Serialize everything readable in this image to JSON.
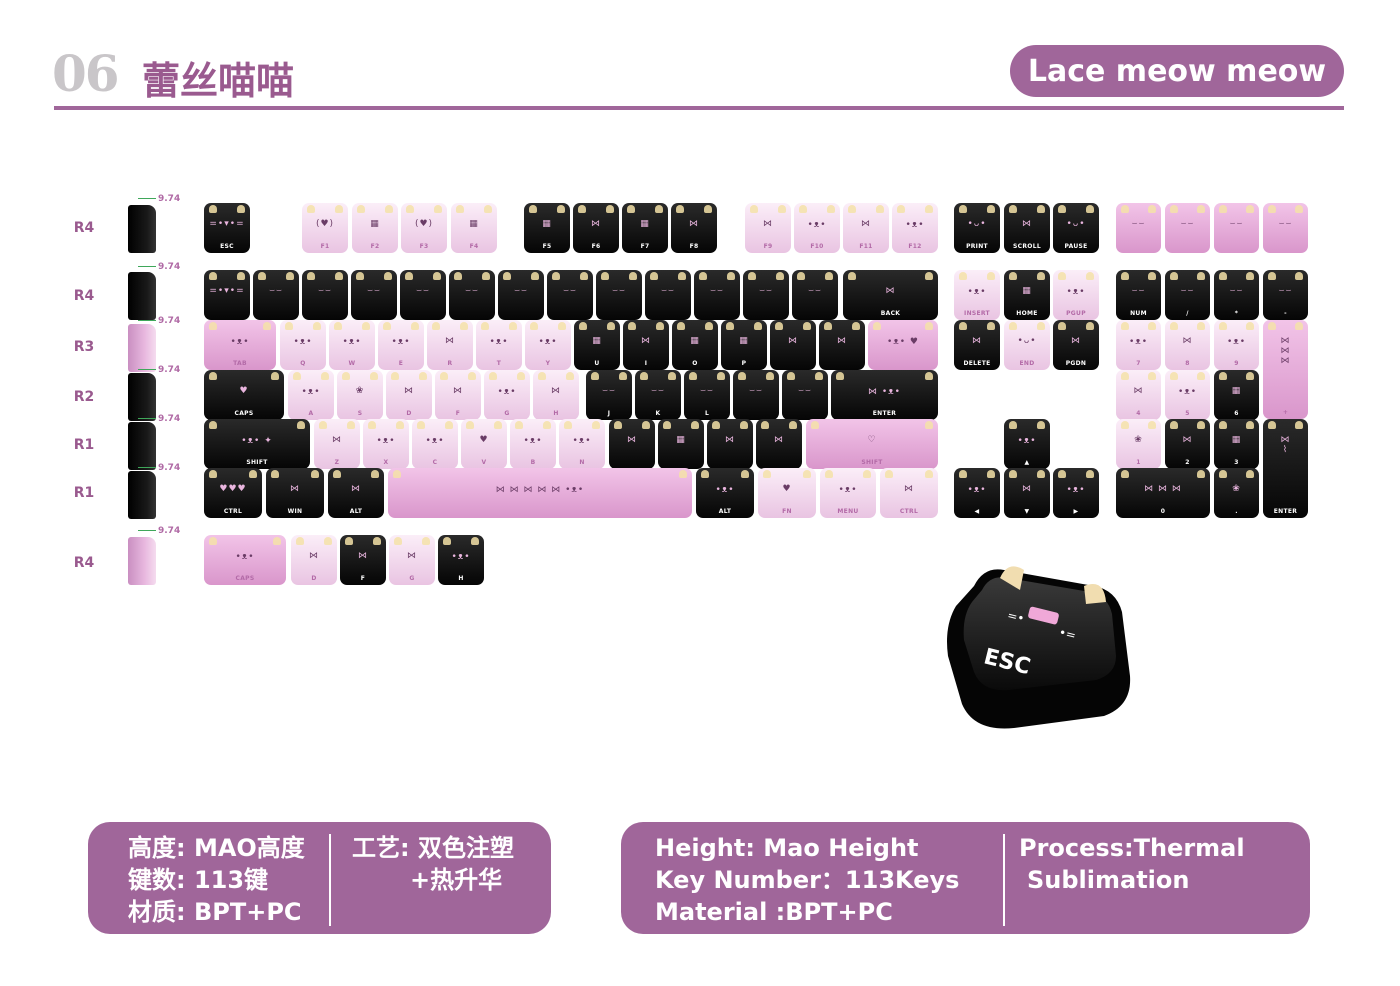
{
  "header": {
    "number": "06",
    "title_cn": "蕾丝喵喵",
    "title_en": "Lace meow meow"
  },
  "colors": {
    "accent": "#a0669a",
    "key_black": "#0a0a0a",
    "key_pink": "#f0d4ea",
    "key_magenta": "#e0a6d4"
  },
  "profile_rows": [
    {
      "label": "R4",
      "height": "9.74"
    },
    {
      "label": "R4",
      "height": "9.74"
    },
    {
      "label": "R3",
      "height": "9.74"
    },
    {
      "label": "R2",
      "height": "9.74"
    },
    {
      "label": "R1",
      "height": "9.74"
    },
    {
      "label": "R1",
      "height": "9.74"
    },
    {
      "label": "R4",
      "height": "9.74"
    }
  ],
  "keys": {
    "esc": "ESC",
    "f1": "F1",
    "f2": "F2",
    "f3": "F3",
    "f4": "F4",
    "f5": "F5",
    "f6": "F6",
    "f7": "F7",
    "f8": "F8",
    "f9": "F9",
    "f10": "F10",
    "f11": "F11",
    "f12": "F12",
    "print": "PRINT",
    "scroll": "SCROLL",
    "pause": "PAUSE",
    "back": "BACK",
    "insert": "INSERT",
    "home": "HOME",
    "pgup": "PGUP",
    "num": "NUM",
    "slash": "/",
    "star": "*",
    "minus": "-",
    "tab": "TAB",
    "q": "Q",
    "w": "W",
    "e": "E",
    "r": "R",
    "t": "T",
    "y": "Y",
    "u": "U",
    "i": "I",
    "o": "O",
    "p": "P",
    "delete": "DELETE",
    "end": "END",
    "pgdn": "PGDN",
    "n7": "7",
    "n8": "8",
    "n9": "9",
    "plus": "+",
    "caps": "CAPS",
    "a": "A",
    "s": "S",
    "d": "D",
    "f": "F",
    "g": "G",
    "h": "H",
    "j": "J",
    "k": "K",
    "l": "L",
    "enter": "ENTER",
    "n4": "4",
    "n5": "5",
    "n6": "6",
    "shift": "SHIFT",
    "z": "Z",
    "x": "X",
    "c": "C",
    "v": "V",
    "b": "B",
    "n": "N",
    "shift_r": "SHIFT",
    "n1": "1",
    "n2": "2",
    "n3": "3",
    "num_enter": "ENTER",
    "ctrl": "CTRL",
    "win": "WIN",
    "alt": "ALT",
    "alt_r": "ALT",
    "fn": "FN",
    "menu": "MENU",
    "ctrl_r": "CTRL",
    "left": "◀",
    "down": "▼",
    "right": "▶",
    "up": "▲",
    "n0": "0",
    "dot": "."
  },
  "extra_keys": {
    "caps": "CAPS",
    "d": "D",
    "f": "F",
    "g": "G",
    "h": "H"
  },
  "big_key_label": "ESC",
  "info_cn": {
    "height": "高度: MAO高度",
    "keys": "键数: 113键",
    "material": "材质: BPT+PC",
    "process_1": "工艺: 双色注塑",
    "process_2": "+热升华"
  },
  "info_en": {
    "height": "Height: Mao Height",
    "keys": "Key Number：113Keys",
    "material": "Material :BPT+PC",
    "process_1": "Process:Thermal",
    "process_2": "Sublimation"
  }
}
